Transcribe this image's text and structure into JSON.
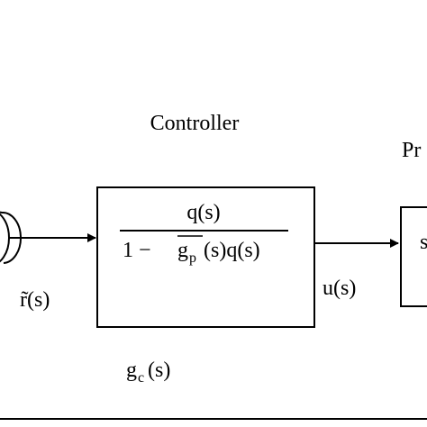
{
  "diagram": {
    "controller_title": "Controller",
    "process_title_partial": "Pr",
    "controller_block": {
      "numerator": "q(s)",
      "denominator_prefix": "1 −",
      "denominator_gp_base": "g",
      "denominator_gp_sub": "p",
      "denominator_suffix": "(s)q(s)"
    },
    "signal_r": "r̃(s)",
    "signal_u": "u(s)",
    "gc_label_base": "g",
    "gc_label_sub": "c",
    "gc_label_suffix": "(s)",
    "process_block_partial_text": "s"
  }
}
